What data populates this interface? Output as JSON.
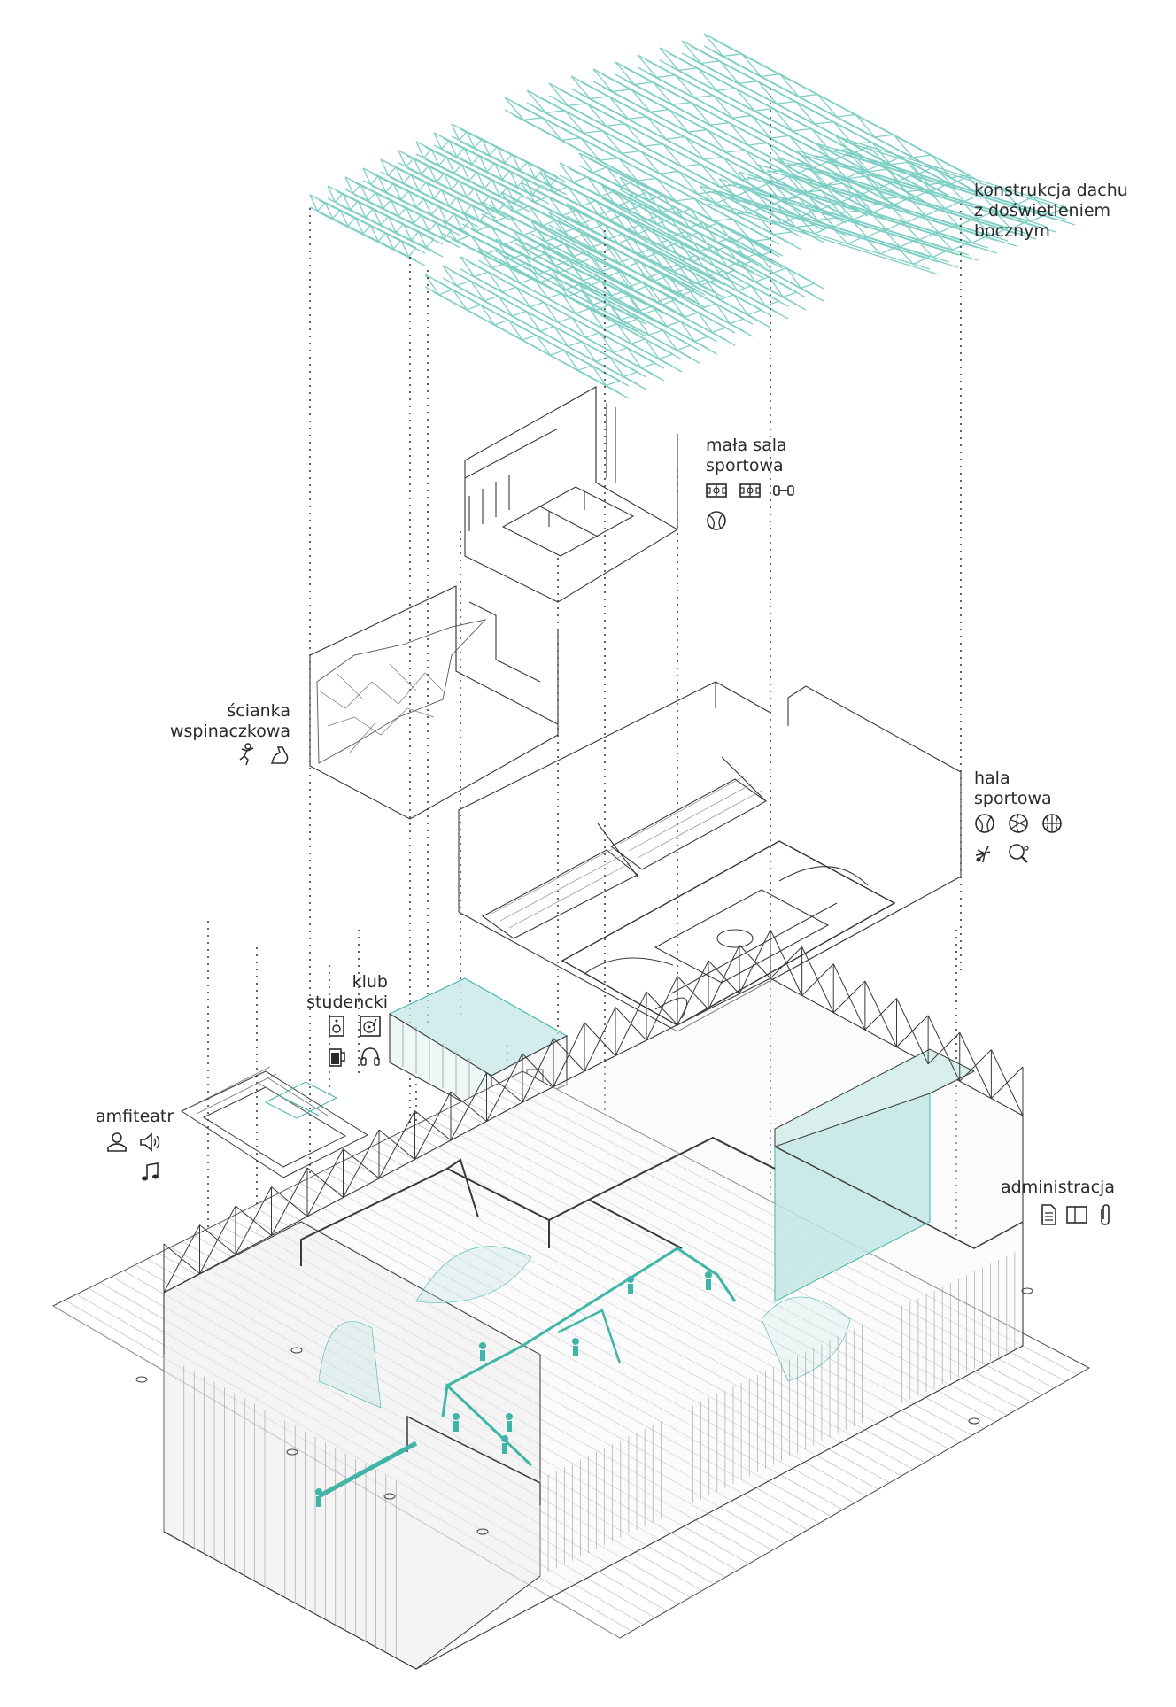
{
  "labels": {
    "roof": [
      "konstrukcja dachu",
      "z doświetleniem",
      "bocznym"
    ],
    "small_hall": [
      "mała sala",
      "sportowa"
    ],
    "climbing": [
      "ścianka",
      "wspinaczkowa"
    ],
    "sports_hall": [
      "hala",
      "sportowa"
    ],
    "club": [
      "klub",
      "studencki"
    ],
    "amphitheatre": [
      "amfiteatr"
    ],
    "administration": [
      "administracja"
    ]
  },
  "icon_sets": {
    "small_hall": [
      "football-pitch-icon",
      "football-pitch-icon",
      "dumbbell-icon",
      "tennis-ball-icon"
    ],
    "climbing": [
      "climber-icon",
      "flexed-arm-icon"
    ],
    "sports_hall": [
      "tennis-ball-icon",
      "volleyball-icon",
      "basketball-icon",
      "shuttlecock-icon",
      "table-tennis-icon"
    ],
    "club": [
      "speaker-icon",
      "record-player-icon",
      "beer-mug-icon",
      "headphones-icon"
    ],
    "amphitheatre": [
      "person-icon",
      "loudspeaker-icon",
      "music-note-icon"
    ],
    "administration": [
      "document-icon",
      "book-icon",
      "paperclip-icon"
    ]
  },
  "colors": {
    "line": "#3a3a3a",
    "accent": "#3fb5a8",
    "accent_fill": "#bfe6e2",
    "dotted": "#222222"
  }
}
